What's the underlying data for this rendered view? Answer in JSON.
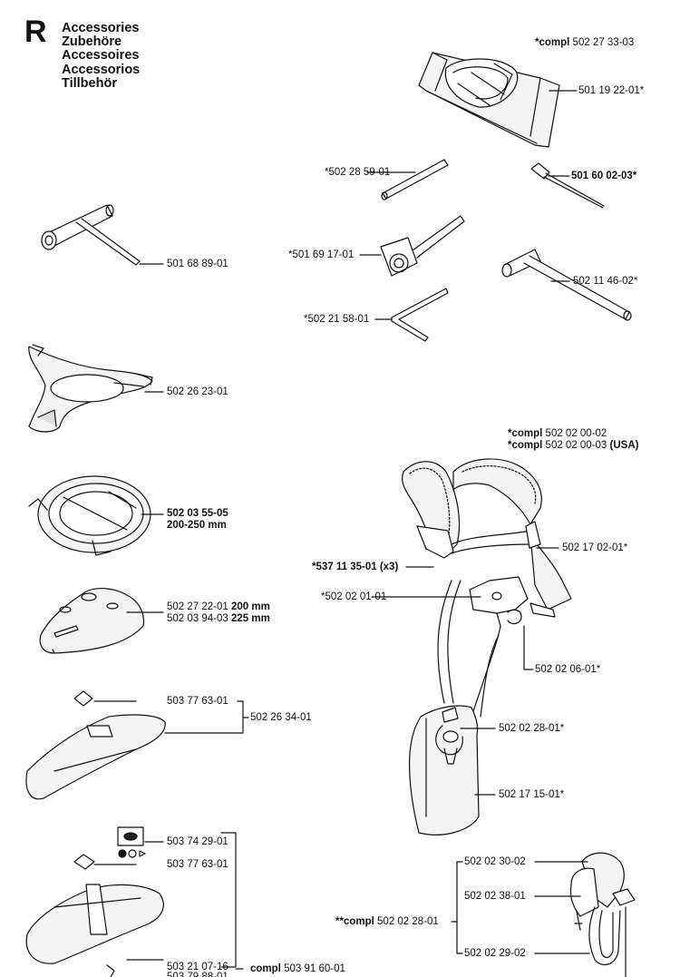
{
  "section": {
    "letter": "R",
    "titles": [
      "Accessories",
      "Zubehöre",
      "Accessoires",
      "Accessorios",
      "Tillbehör"
    ]
  },
  "parts": {
    "bag_compl_prefix": "*compl",
    "bag_compl_number": "502 27 33-03",
    "bag": "501 19 22-01*",
    "rod": "*502 28 59-01",
    "small_tool": "501 60 02-03*",
    "t_wrench_small": "501 68 89-01",
    "combi_wrench": "*501 69 17-01",
    "t_wrench": "502 11 46-02*",
    "hex_key": "*502 21 58-01",
    "guard_plate": "502 26 23-01",
    "ring_number": "502 03 55-05",
    "ring_size": "200-250 mm",
    "shield_a_number": "502 27 22-01",
    "shield_a_size": "200 mm",
    "shield_b_number": "502 03 94-03",
    "shield_b_size": "225 mm",
    "plate_1": "503 77 63-01",
    "guard_assembly": "502 26 34-01",
    "cutter_icon_part": "503 74 29-01",
    "plate_2": "503 77 63-01",
    "part_bottom_1": "503 21 07-16",
    "part_bottom_2": "503 79 88-01",
    "guard_compl_prefix": "compl",
    "guard_compl_number": "503 91 60-01",
    "harness_compl_1_prefix": "*compl",
    "harness_compl_1_number": "502 02 00-02",
    "harness_compl_2_prefix": "*compl",
    "harness_compl_2_number": "502 02 00-03",
    "harness_compl_2_suffix": "(USA)",
    "buckle": "502 17 02-01*",
    "strap_clip_number": "*537 11 35-01",
    "strap_clip_qty": "(x3)",
    "harness_plate": "*502 02 01-01",
    "hook": "502 02 06-01*",
    "pad_shackle": "502 02 28-01*",
    "hip_pad": "502 17 15-01*",
    "holder_1": "502 02 30-02",
    "holder_2": "502 02 38-01",
    "holder_compl_prefix": "**compl",
    "holder_compl_number": "502 02 28-01",
    "holder_3": "502 02 29-02"
  }
}
